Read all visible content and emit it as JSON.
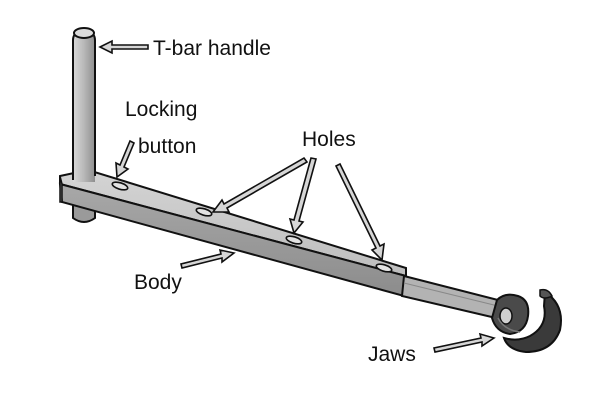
{
  "labels": {
    "t_bar_handle": "T-bar handle",
    "locking_button_line1": "Locking",
    "locking_button_line2": "button",
    "holes": "Holes",
    "body": "Body",
    "jaws": "Jaws"
  },
  "colors": {
    "metal_light": "#c9c9c9",
    "metal_mid": "#a9a9a9",
    "metal_dark": "#8a8a8a",
    "jaw_dark": "#3c3c3c",
    "outline": "#111111",
    "arrow_fill": "#d6d6d6"
  }
}
